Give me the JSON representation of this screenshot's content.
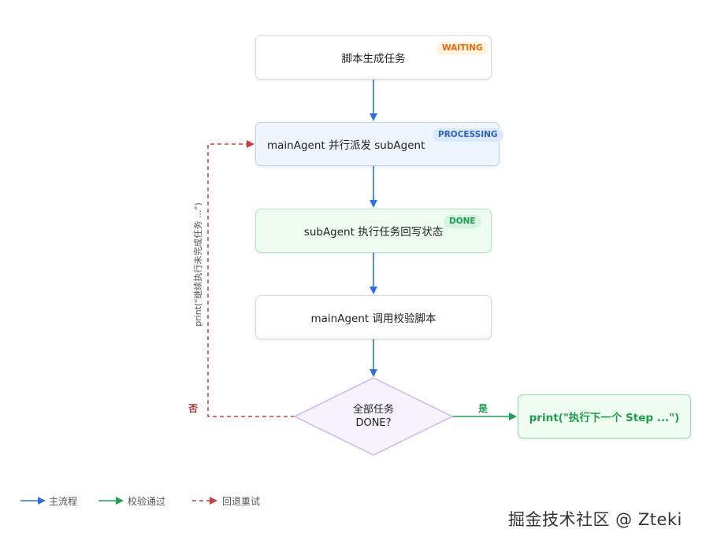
{
  "nodes": {
    "generate": {
      "label": "脚本生成任务",
      "badge": "WAITING"
    },
    "dispatch": {
      "label": "mainAgent 并行派发 subAgent",
      "badge": "PROCESSING"
    },
    "execute": {
      "label": "subAgent 执行任务回写状态",
      "badge": "DONE"
    },
    "verify": {
      "label": "mainAgent 调用校验脚本"
    },
    "decision": {
      "line1": "全部任务",
      "line2": "DONE?"
    },
    "next_step": {
      "label": "print(\"执行下一个 Step ...\")"
    }
  },
  "edges": {
    "yes_label": "是",
    "no_label": "否",
    "retry_label": "print(\"继续执行未完成任务 ...\")"
  },
  "legend": [
    {
      "label": "主流程",
      "color": "#2f6fde"
    },
    {
      "label": "校验通过",
      "color": "#1f9d55"
    },
    {
      "label": "回退重试",
      "color": "#d33b3b"
    }
  ],
  "watermark": "掘金技术社区 @ Zteki",
  "colors": {
    "main_flow": "#2f6fde",
    "pass": "#1f9d55",
    "retry": "#d33b3b"
  }
}
